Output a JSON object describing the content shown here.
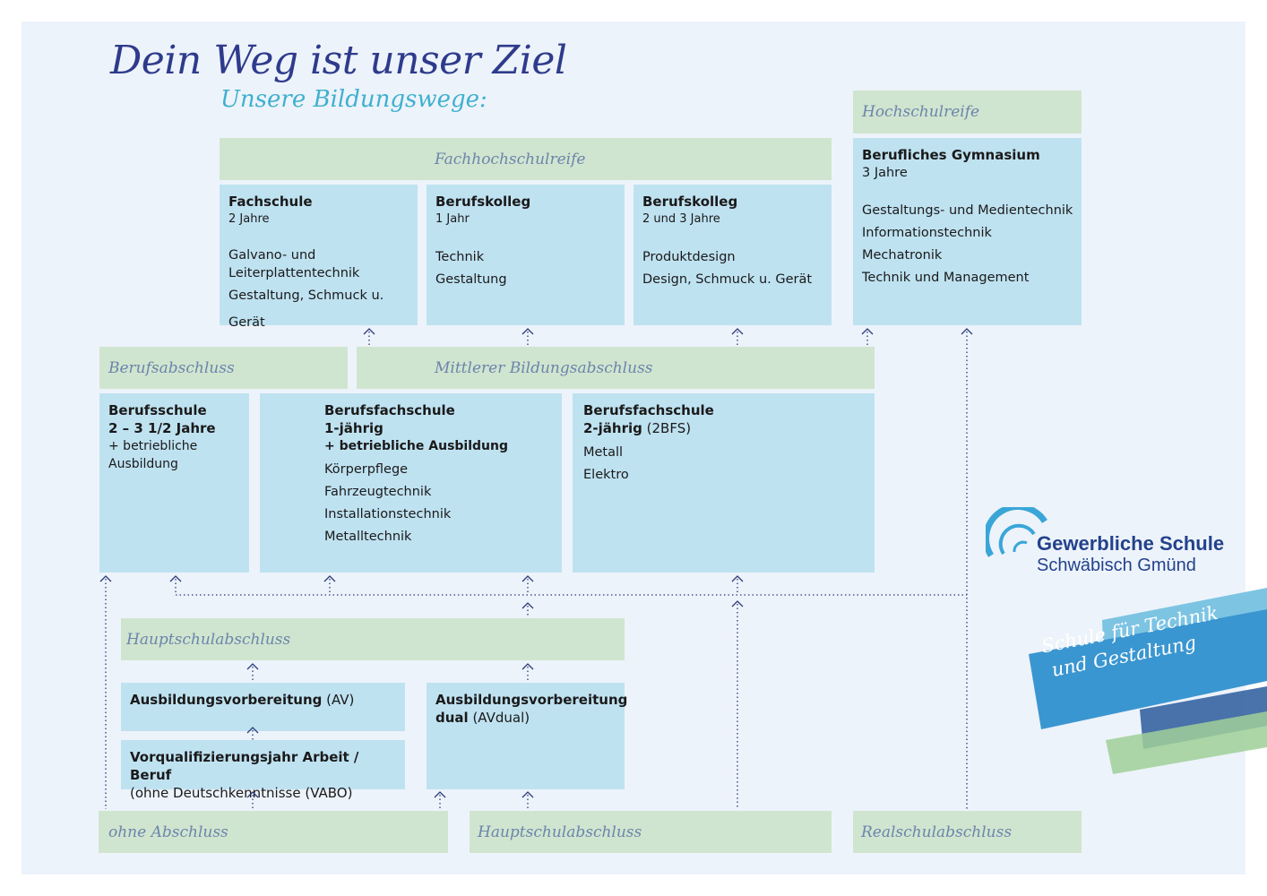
{
  "title": "Dein Weg ist unser Ziel",
  "subtitle": "Unsere Bildungswege:",
  "levels": {
    "hochschulreife": "Hochschulreife",
    "fachhochschulreife": "Fachhochschulreife",
    "berufsabschluss": "Berufsabschluss",
    "mittlerer": "Mittlerer Bildungsabschluss",
    "hauptschul_mid": "Hauptschulabschluss",
    "ohne": "ohne Abschluss",
    "hauptschul_bottom": "Hauptschulabschluss",
    "realschul": "Realschulabschluss"
  },
  "boxes": {
    "fachschule": {
      "title": "Fachschule",
      "duration": "2 Jahre",
      "items": [
        "Galvano- und",
        "Leiterplattentechnik",
        "Gestaltung, Schmuck u. Gerät"
      ]
    },
    "berufskolleg1": {
      "title": "Berufskolleg",
      "duration": "1 Jahr",
      "items": [
        "Technik",
        "Gestaltung"
      ]
    },
    "berufskolleg2": {
      "title": "Berufskolleg",
      "duration": "2 und 3 Jahre",
      "items": [
        "Produktdesign",
        "Design, Schmuck u. Gerät"
      ]
    },
    "gymnasium": {
      "title": "Berufliches Gymnasium",
      "duration": "3 Jahre",
      "items": [
        "Gestaltungs- und Medientechnik",
        "Informationstechnik",
        "Mechatronik",
        "Technik und Management"
      ]
    },
    "berufsschule": {
      "title": "Berufsschule",
      "subtitle": "2 – 3 1/2 Jahre",
      "items": [
        "+ betriebliche",
        "Ausbildung"
      ]
    },
    "bfs1": {
      "title": "Berufsfachschule",
      "subtitle": "1-jährig",
      "extra": "+ betriebliche Ausbildung",
      "items": [
        "Körperpflege",
        "Fahrzeugtechnik",
        "Installationstechnik",
        "Metalltechnik"
      ]
    },
    "bfs2": {
      "title": "Berufsfachschule",
      "subtitle": "2-jährig",
      "subtitle_extra": " (2BFS)",
      "items": [
        "Metall",
        "Elektro"
      ]
    },
    "av": {
      "title": "Ausbildungsvorbereitung",
      "suffix": " (AV)"
    },
    "vabo": {
      "title": "Vorqualifizierungsjahr Arbeit / Beruf",
      "line2": "(ohne Deutschkenntnisse (VABO)"
    },
    "avdual": {
      "title": "Ausbildungsvorbereitung",
      "title2": "dual",
      "suffix": " (AVdual)"
    }
  },
  "logo": {
    "name": "Gewerbliche Schule",
    "city": "Schwäbisch Gmünd",
    "slogan_line1": "Schule für Technik",
    "slogan_line2": "und Gestaltung"
  },
  "colors": {
    "green_box": "#d0e5cf",
    "blue_box": "#bfe2f1",
    "panel": "#edf3fa",
    "title": "#2e3b8c",
    "subtitle": "#3fb0cf",
    "connector": "#2b3a7a"
  }
}
